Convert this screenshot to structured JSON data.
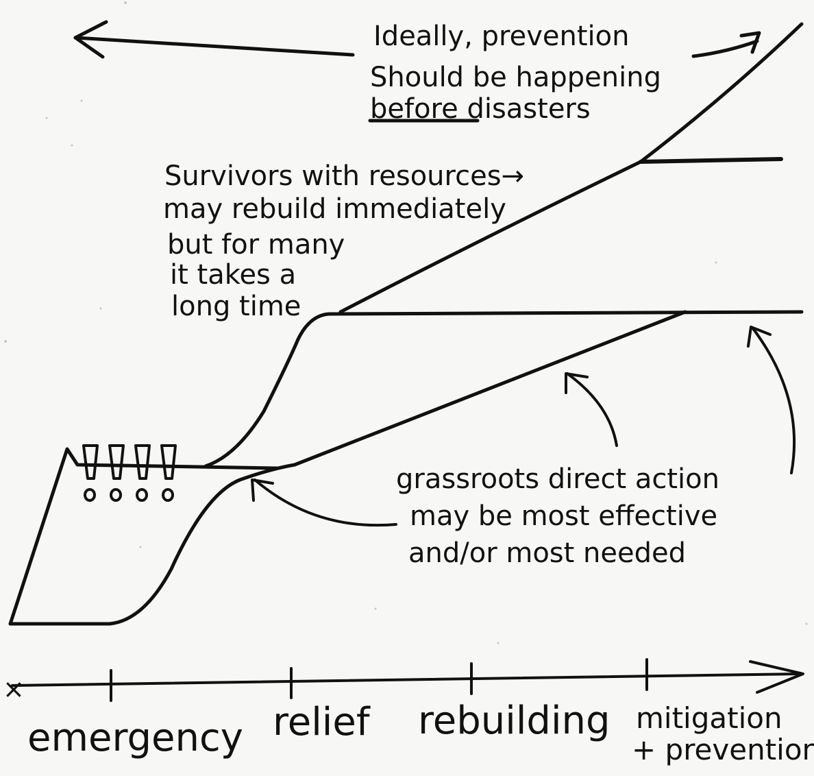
{
  "timeline": {
    "stages": [
      "emergency",
      "relief",
      "rebuilding",
      "mitigation",
      "+ prevention"
    ],
    "start_mark": "×"
  },
  "annotations": {
    "prevention": [
      "Ideally, prevention",
      "Should be happening",
      "before disasters"
    ],
    "prevention_emphasis": "before",
    "resources": [
      "Survivors with resources→",
      "may rebuild immediately",
      "but for many",
      "it takes a",
      "long time"
    ],
    "grassroots": [
      "grassroots direct action",
      "may be most effective",
      "and/or most needed"
    ]
  },
  "alarm_marks": "!!!!",
  "colors": {
    "ink": "#111111",
    "paper": "#f7f7f5"
  }
}
